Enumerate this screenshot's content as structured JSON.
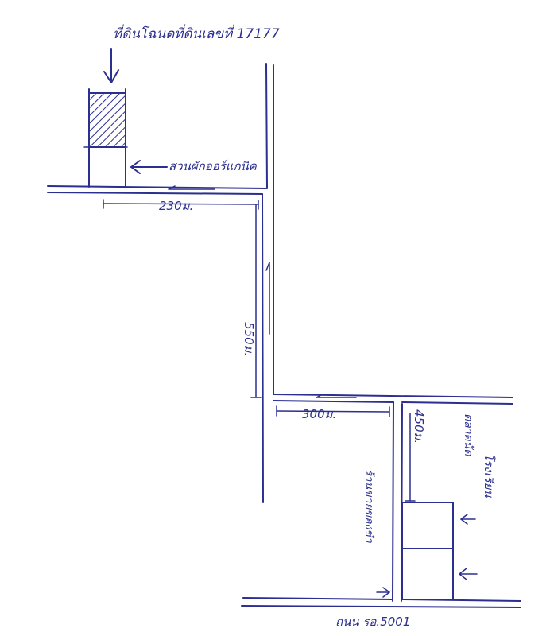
{
  "labels": {
    "parcel_title": "ที่ดินโฉนดที่ดินเลขที่ 17177",
    "field_label": "สวนผักออร์แกนิค",
    "dist_230": "230ม.",
    "dist_550": "550ม.",
    "dist_300": "300ม.",
    "dist_450": "450ม.",
    "left_vertical": "ร้านขายของชำ",
    "right_vertical_1": "โรงเรียน",
    "right_vertical_2": "ตลาดนัด",
    "road_name": "ถนน รอ.5001"
  },
  "colors": {
    "ink": "#2b2f8f",
    "paper": "#ffffff"
  }
}
